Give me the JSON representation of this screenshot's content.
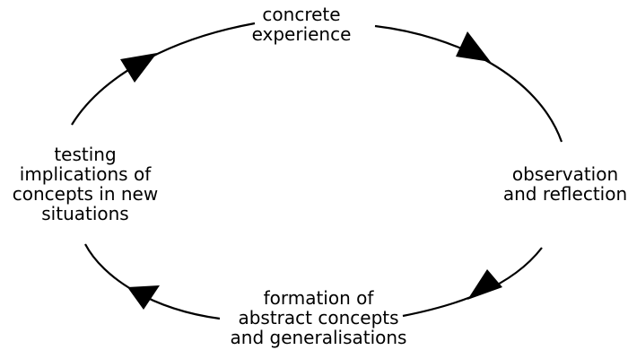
{
  "diagram": {
    "stages": [
      {
        "id": "top",
        "lines": [
          "concrete",
          "experience"
        ]
      },
      {
        "id": "right",
        "lines": [
          "observation",
          "and reflection"
        ]
      },
      {
        "id": "bottom",
        "lines": [
          "formation of",
          "abstract concepts",
          "and generalisations"
        ]
      },
      {
        "id": "left",
        "lines": [
          "testing",
          "implications of",
          "concepts in new",
          "situations"
        ]
      }
    ],
    "stroke_color": "#000000"
  }
}
